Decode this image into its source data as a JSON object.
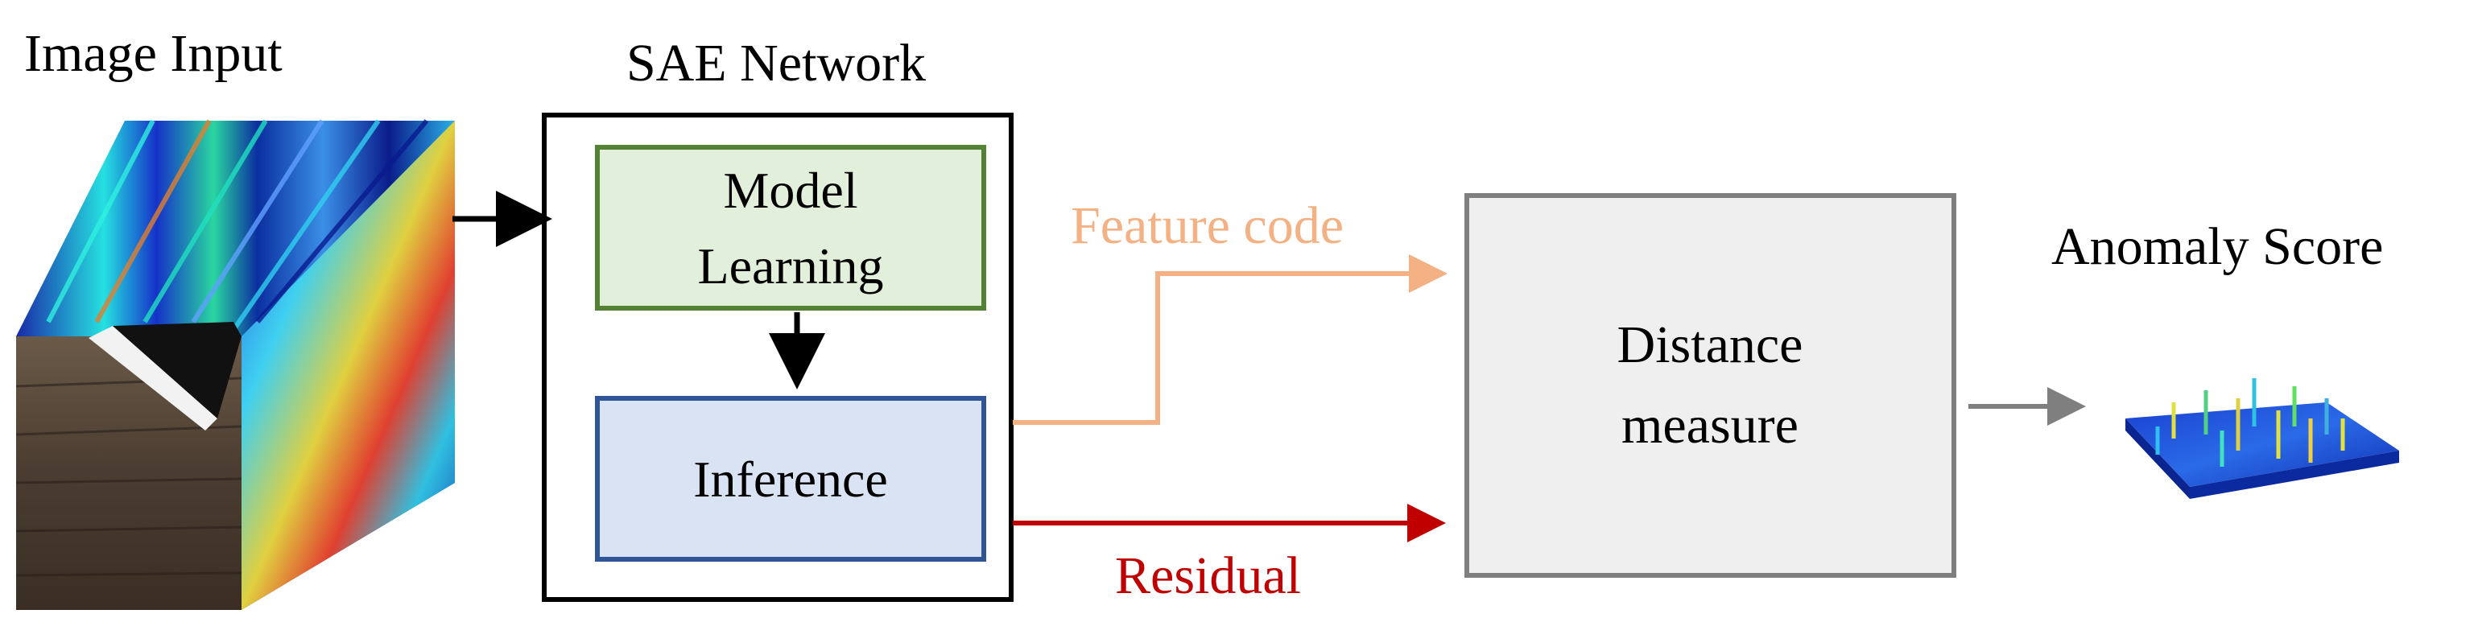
{
  "labels": {
    "image_input": "Image Input",
    "sae_network": "SAE Network",
    "model_learning_line1": "Model",
    "model_learning_line2": "Learning",
    "inference": "Inference",
    "feature_code": "Feature code",
    "residual": "Residual",
    "distance_line1": "Distance",
    "distance_line2": "measure",
    "anomaly_score": "Anomaly Score"
  },
  "colors": {
    "arrow_black": "#000000",
    "feature_code": "#f4b183",
    "residual": "#c00000",
    "model_learning_fill": "#e2efda",
    "model_learning_stroke": "#548235",
    "inference_fill": "#dae3f3",
    "inference_stroke": "#2f5597",
    "distance_fill": "#efefef",
    "distance_stroke": "#7f7f7f",
    "gray_arrow": "#7f7f7f"
  }
}
